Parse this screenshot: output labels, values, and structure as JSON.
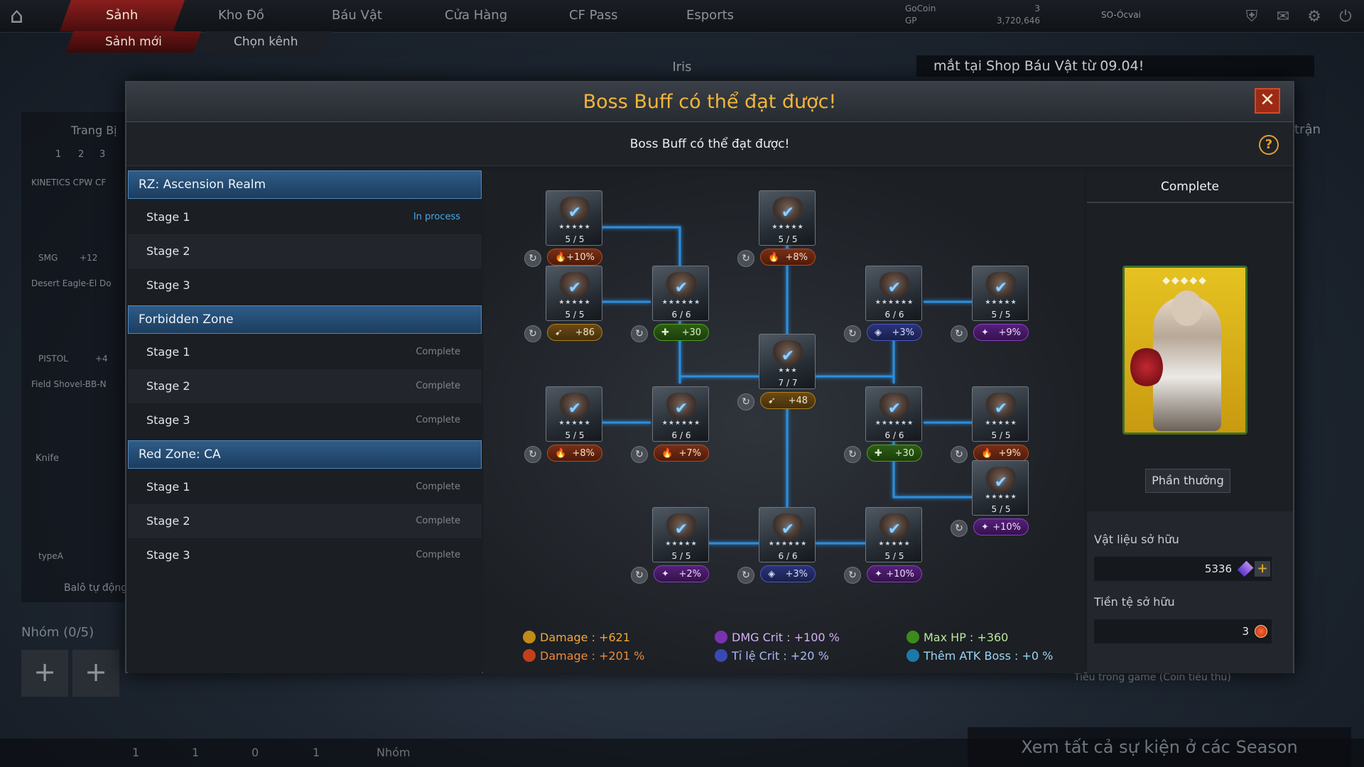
{
  "topnav": {
    "tabs": [
      "Sảnh",
      "Kho Đồ",
      "Báu Vật",
      "Cửa Hàng",
      "CF Pass",
      "Esports"
    ],
    "subtabs": [
      "Sảnh mới",
      "Chọn kênh"
    ],
    "gocoin_label": "GoCoin",
    "gocoin_value": "3",
    "gp_label": "GP",
    "gp_value": "3,720,646",
    "user": "SO-Ócvai"
  },
  "lobby": {
    "iris": "Iris",
    "ticker": "mắt tại Shop Báu Vật từ 09.04!",
    "equip_label": "Trang Bị",
    "weapon_tabs": [
      "1",
      "2",
      "3"
    ],
    "weapons": [
      "KINETICS CPW CF",
      "Desert Eagle-El Do",
      "Field Shovel-BB-N"
    ],
    "weapon_tags": [
      "SMG",
      "+12",
      "PISTOL",
      "+4",
      "Knife",
      "typeA"
    ],
    "auto_bag": "Balô tự động",
    "group": "Nhóm (0/5)",
    "bottom_group": "Nhóm",
    "bottom_counts": [
      "1",
      "1",
      "0",
      "1"
    ],
    "season": "Xem tất cả sự kiện ở các Season",
    "right_hint": "trận",
    "currency_hint": "Tiêu trong game (Coin tiêu thủ)"
  },
  "modal": {
    "title": "Boss Buff có thể đạt được!",
    "subtitle": "Boss Buff có thể đạt được!",
    "close": "✕",
    "help": "?",
    "groups": [
      {
        "name": "RZ: Ascension Realm",
        "stages": [
          {
            "name": "Stage 1",
            "status": "In process"
          },
          {
            "name": "Stage 2",
            "status": ""
          },
          {
            "name": "Stage 3",
            "status": ""
          }
        ]
      },
      {
        "name": "Forbidden Zone",
        "stages": [
          {
            "name": "Stage 1",
            "status": "Complete"
          },
          {
            "name": "Stage 2",
            "status": "Complete"
          },
          {
            "name": "Stage 3",
            "status": "Complete"
          }
        ]
      },
      {
        "name": "Red Zone: CA",
        "stages": [
          {
            "name": "Stage 1",
            "status": "Complete"
          },
          {
            "name": "Stage 2",
            "status": "Complete"
          },
          {
            "name": "Stage 3",
            "status": "Complete"
          }
        ]
      }
    ],
    "nodes": [
      {
        "count": "5 / 5",
        "stars": "★★★★★",
        "buff": "+10%",
        "type": "fire"
      },
      {
        "count": "5 / 5",
        "stars": "★★★★★",
        "buff": "+8%",
        "type": "fire"
      },
      {
        "count": "5 / 5",
        "stars": "★★★★★",
        "buff": "+86",
        "type": "dmg"
      },
      {
        "count": "6 / 6",
        "stars": "★★★★★★",
        "buff": "+30",
        "type": "hp"
      },
      {
        "count": "6 / 6",
        "stars": "★★★★★★",
        "buff": "+3%",
        "type": "rate"
      },
      {
        "count": "5 / 5",
        "stars": "★★★★★",
        "buff": "+9%",
        "type": "crit"
      },
      {
        "count": "7 / 7",
        "stars": "★★★",
        "buff": "+48",
        "type": "dmg"
      },
      {
        "count": "5 / 5",
        "stars": "★★★★★",
        "buff": "+8%",
        "type": "fire"
      },
      {
        "count": "6 / 6",
        "stars": "★★★★★★",
        "buff": "+7%",
        "type": "fire"
      },
      {
        "count": "6 / 6",
        "stars": "★★★★★★",
        "buff": "+30",
        "type": "hp"
      },
      {
        "count": "5 / 5",
        "stars": "★★★★★",
        "buff": "+9%",
        "type": "fire"
      },
      {
        "count": "5 / 5",
        "stars": "★★★★★",
        "buff": "+10%",
        "type": "crit"
      },
      {
        "count": "5 / 5",
        "stars": "★★★★★",
        "buff": "+2%",
        "type": "crit"
      },
      {
        "count": "6 / 6",
        "stars": "★★★★★★",
        "buff": "+3%",
        "type": "rate"
      },
      {
        "count": "5 / 5",
        "stars": "★★★★★",
        "buff": "+10%",
        "type": "crit"
      }
    ],
    "summary": {
      "damage_flat": "Damage : +621",
      "damage_pct": "Damage : +201 %",
      "dmg_crit": "DMG Crit : +100 %",
      "crit_rate": "Tỉ lệ Crit : +20 %",
      "max_hp": "Max HP : +360",
      "boss_atk": "Thêm ATK Boss : +0 %"
    },
    "colors": {
      "title": "#f3b53a",
      "in_process": "#49a8e8",
      "line": "#2b8fe0"
    },
    "right": {
      "title": "Complete",
      "card_stars": "◆◆◆◆◆",
      "reward_button": "Phần thưởng",
      "materials_label": "Vật liệu sở hữu",
      "materials_value": "5336",
      "currency_label": "Tiền tệ sở hữu",
      "currency_value": "3"
    }
  }
}
